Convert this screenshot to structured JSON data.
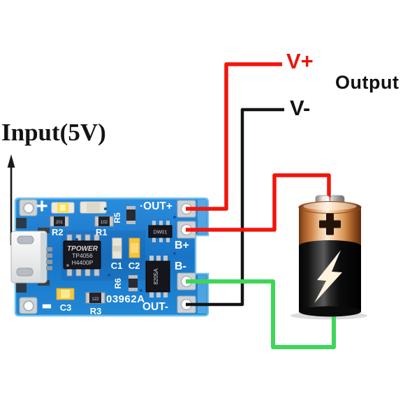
{
  "diagram": {
    "input_label": "Input(5V)",
    "output_label": "Output",
    "v_plus_label": "V+",
    "v_minus_label": "V-"
  },
  "wires": {
    "red": "#f2150b",
    "black": "#141414",
    "green": "#3ed658"
  },
  "pcb": {
    "board_color": "#1b7bce",
    "edge_color": "#6fc0ee",
    "silkscreen_color": "#ffffff",
    "silkscreen": {
      "plus": "+",
      "minus": "-",
      "out_plus": "·OUT+",
      "b_plus": "B+",
      "b_minus": "B-",
      "out_minus": "OUT-",
      "board_id": "03962A",
      "r1": "R1",
      "r2": "R2",
      "r3": "R3",
      "r5": "R5",
      "r6": "R6",
      "c1": "C1",
      "c2": "C2",
      "c3": "C3",
      "r1_value": "102",
      "r2_value": "201",
      "r3_value": "122"
    },
    "ics": {
      "main_brand": "TPOWER",
      "main_part": "TP4056",
      "main_batch": "H4400P",
      "protection": "DW01",
      "mosfet": "8205A"
    }
  },
  "battery": {
    "top_color": "#e9a963",
    "body_color": "#0a0a0a",
    "bolt_color": "#fdf3de"
  }
}
